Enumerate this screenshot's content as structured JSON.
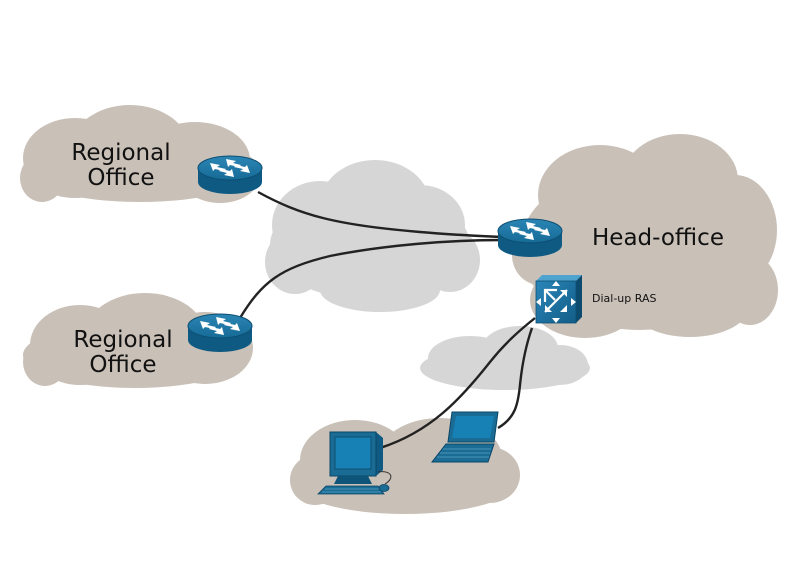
{
  "labels": {
    "regional_top": [
      "Regional",
      "Office"
    ],
    "regional_bottom": [
      "Regional",
      "Office"
    ],
    "head_office": "Head-office",
    "dial_up": "Dial-up RAS"
  },
  "colors": {
    "site_cloud": "#c9c0b7",
    "wan_cloud": "#d6d6d6",
    "device": "#1a6c95",
    "device_dark": "#0e4d70",
    "link": "#222222"
  },
  "icons": {
    "router": "router-icon",
    "ras": "ras-switch-icon",
    "desktop": "desktop-computer-icon",
    "laptop": "laptop-icon"
  }
}
